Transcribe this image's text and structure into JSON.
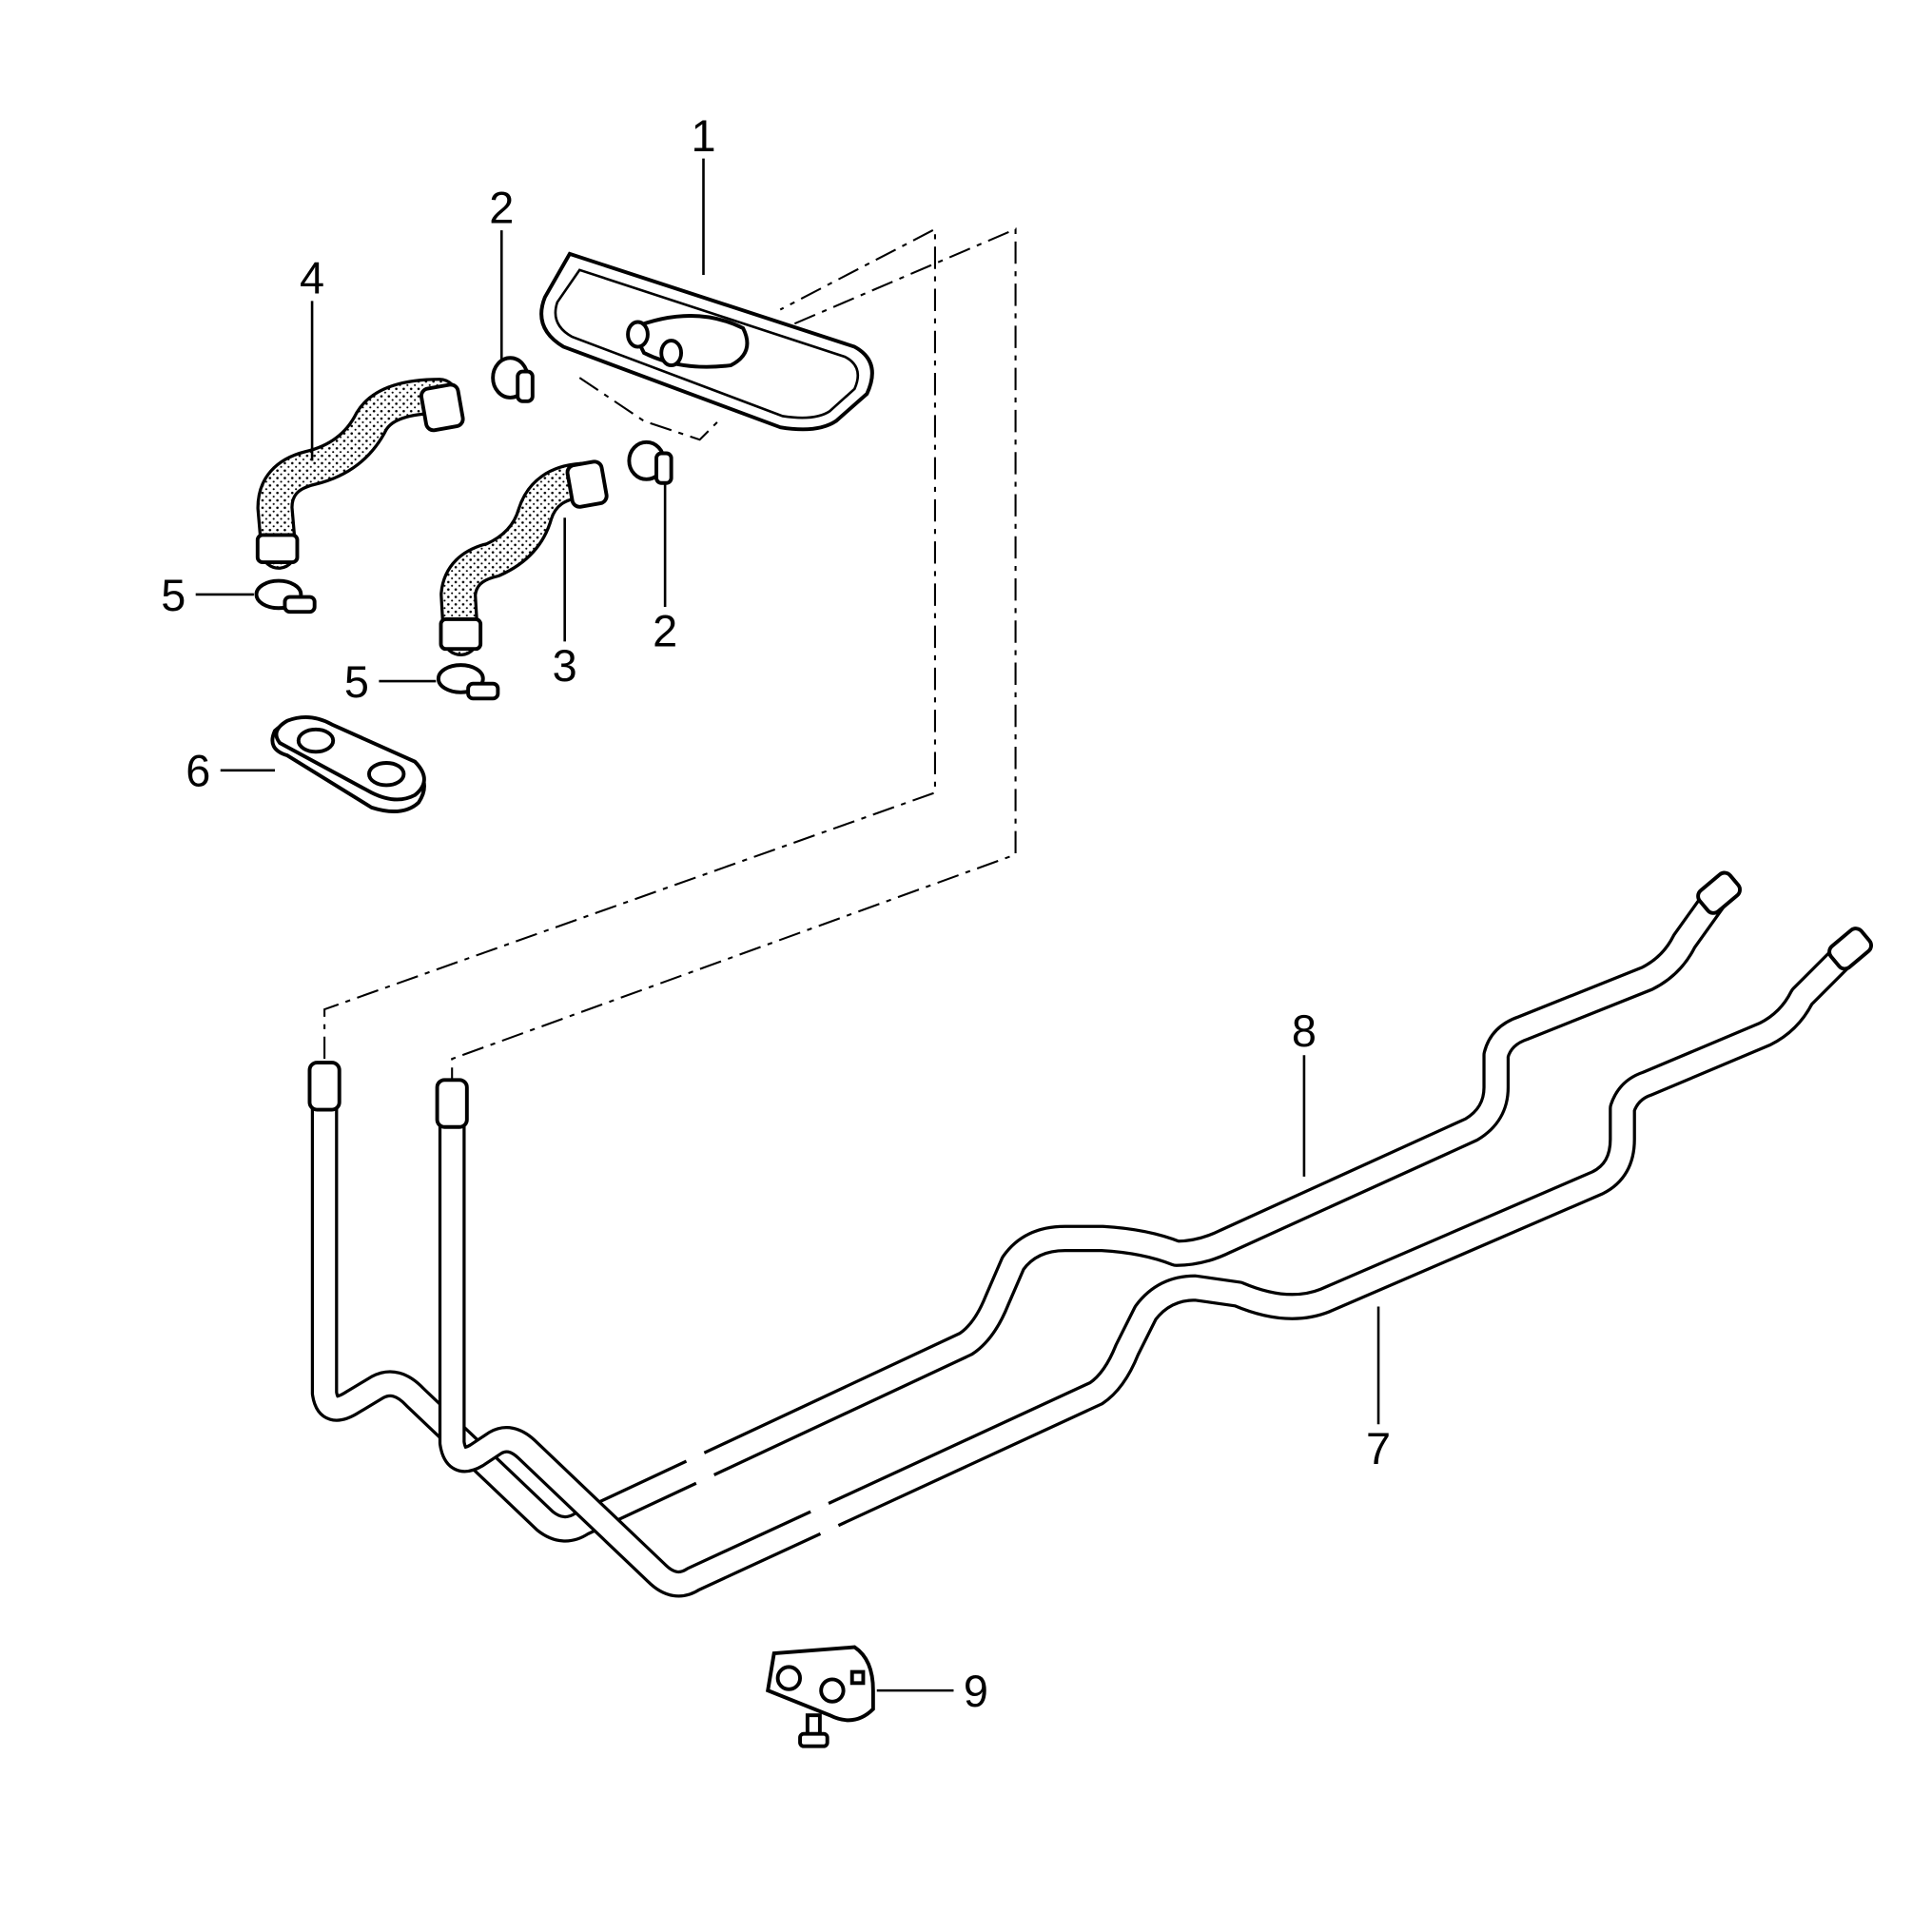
{
  "diagram": {
    "callouts": {
      "part_1": "1",
      "part_2_upper": "2",
      "part_2_lower": "2",
      "part_3": "3",
      "part_4": "4",
      "part_5_upper": "5",
      "part_5_lower": "5",
      "part_6": "6",
      "part_7": "7",
      "part_8": "8",
      "part_9": "9"
    }
  }
}
